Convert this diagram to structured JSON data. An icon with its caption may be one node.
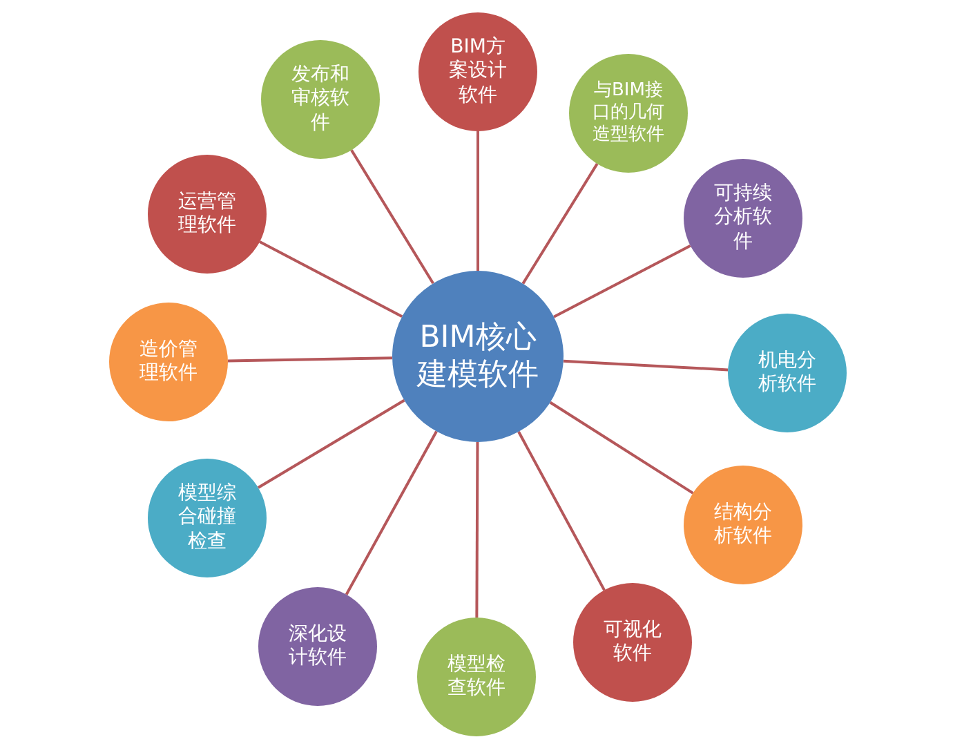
{
  "diagram": {
    "nodes": [
      {
        "text": [
          "BIM核心建模软件"
        ]
      },
      {
        "text": [
          "BIM方案设计软件"
        ]
      },
      {
        "text": [
          "与BIM接口的几何造型软件"
        ]
      },
      {
        "text": [
          "可持续分析软件"
        ]
      },
      {
        "text": [
          "机电分析软件"
        ]
      },
      {
        "text": [
          "结构分析软件"
        ]
      },
      {
        "text": [
          "可视化软件"
        ]
      },
      {
        "text": [
          "模型检查软件"
        ]
      },
      {
        "text": [
          "深化设计软件"
        ]
      },
      {
        "text": [
          "模型综合碰撞检查"
        ]
      },
      {
        "text": [
          "造价管理软件"
        ]
      },
      {
        "text": [
          "运营管理软件"
        ]
      },
      {
        "text": [
          "发布和审核软件"
        ]
      }
    ],
    "edges": [
      {
        "from": 0,
        "to": 1,
        "arrow": "none"
      },
      {
        "from": 0,
        "to": 2,
        "arrow": "none"
      },
      {
        "from": 0,
        "to": 3,
        "arrow": "none"
      },
      {
        "from": 0,
        "to": 4,
        "arrow": "none"
      },
      {
        "from": 0,
        "to": 5,
        "arrow": "none"
      },
      {
        "from": 0,
        "to": 6,
        "arrow": "none"
      },
      {
        "from": 0,
        "to": 7,
        "arrow": "none"
      },
      {
        "from": 0,
        "to": 8,
        "arrow": "none"
      },
      {
        "from": 0,
        "to": 9,
        "arrow": "none"
      },
      {
        "from": 0,
        "to": 10,
        "arrow": "none"
      },
      {
        "from": 0,
        "to": 11,
        "arrow": "none"
      },
      {
        "from": 0,
        "to": 12,
        "arrow": "none"
      }
    ]
  }
}
